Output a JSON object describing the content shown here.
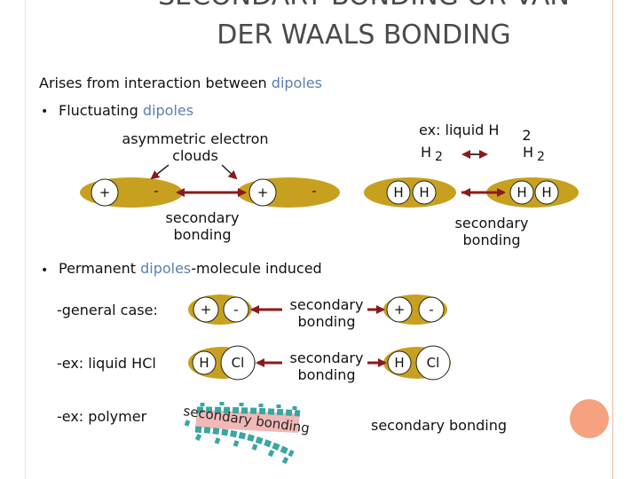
{
  "title": {
    "line1": "SECONDARY BONDING OR VAN",
    "line2": "DER WAALS BONDING"
  },
  "intro": {
    "prefix": "Arises from interaction between ",
    "highlight": "dipoles"
  },
  "bullet1": {
    "prefix": "Fluctuating ",
    "highlight": "dipoles"
  },
  "fluctuating": {
    "asym_label_line1": "asymmetric electron",
    "asym_label_line2": "clouds",
    "left_plus": "+",
    "left_minus": "-",
    "right_plus": "+",
    "right_minus": "-",
    "secondary_line1": "secondary",
    "secondary_line2": "bonding"
  },
  "h2_example": {
    "ex_label": "ex: liquid H",
    "ex_sub": "2",
    "h2_left": "H",
    "h2_left_sub": "2",
    "h2_right": "H",
    "h2_right_sub": "2",
    "atoms": [
      "H",
      "H",
      "H",
      "H"
    ],
    "secondary_line1": "secondary",
    "secondary_line2": "bonding"
  },
  "bullet2": {
    "prefix": "Permanent ",
    "highlight": "dipoles",
    "suffix": "-molecule induced"
  },
  "rows": [
    {
      "label": "-general case:",
      "a1": "+",
      "a2": "-",
      "b1": "+",
      "b2": "-",
      "bond_line1": "secondary",
      "bond_line2": "bonding"
    },
    {
      "label": "-ex: liquid HCl",
      "a1": "H",
      "a2": "Cl",
      "b1": "H",
      "b2": "Cl",
      "bond_line1": "secondary",
      "bond_line2": "bonding"
    }
  ],
  "polymer": {
    "label": "-ex: polymer",
    "bond_text": "secondary bonding",
    "side_label": "secondary bonding"
  },
  "colors": {
    "cloud": "#c8a020",
    "arrow": "#8b1a1a",
    "teal": "#3aa6a0",
    "pink": "#f2b8b8",
    "accent": "#f6a27e",
    "dipole_text": "#5b7fb0"
  }
}
